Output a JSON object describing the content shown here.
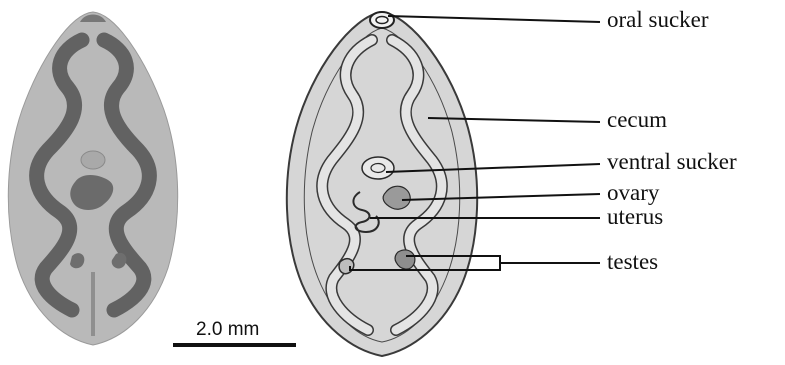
{
  "labels": {
    "oral_sucker": "oral sucker",
    "cecum": "cecum",
    "ventral_sucker": "ventral sucker",
    "ovary": "ovary",
    "uterus": "uterus",
    "testes": "testes"
  },
  "scale_bar": {
    "label": "2.0 mm"
  },
  "colors": {
    "photo_body": "#b7b7b7",
    "photo_cecum": "#5e5e5e",
    "drawing_fill": "#d6d6d6",
    "outline": "#3a3a3a",
    "leader_line": "#111111"
  }
}
